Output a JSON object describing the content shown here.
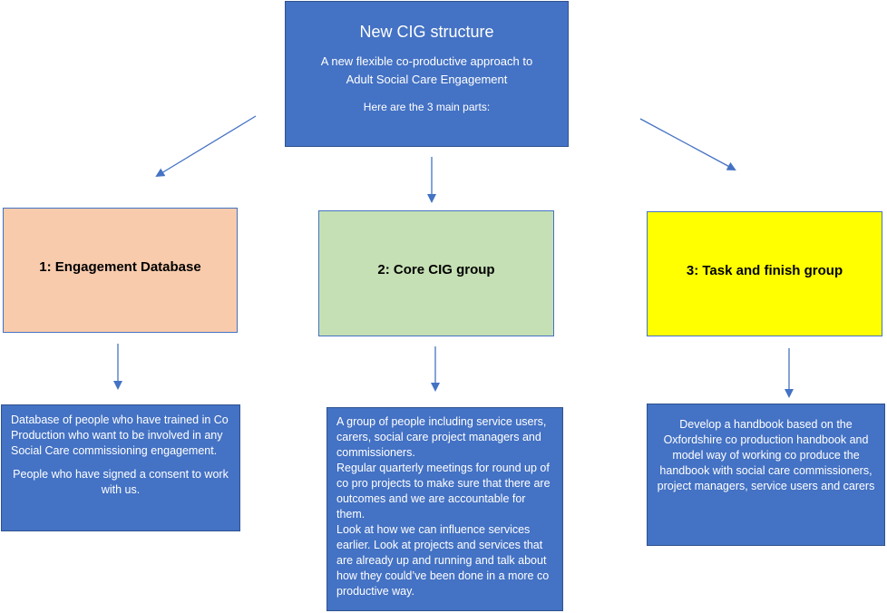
{
  "top": {
    "title": "New CIG structure",
    "subtitle_line1": "A new flexible co-productive approach to",
    "subtitle_line2": "Adult Social Care Engagement",
    "note": "Here are the 3 main parts:"
  },
  "parts": [
    {
      "label": "1: Engagement Database",
      "color": "#f8cbad",
      "description": [
        "Database of people who have trained in Co Production who want to be involved in any Social Care commissioning engagement.",
        "People who have signed a consent to work with us."
      ]
    },
    {
      "label": "2: Core CIG group",
      "color": "#c5e0b4",
      "description": [
        "A group of people including service users, carers, social care project managers and commissioners.",
        "Regular quarterly meetings for round up of co pro projects to make sure that there are outcomes and we are accountable for them.",
        "Look at how we can influence services earlier. Look at projects and services that are already up and running and talk about how they could’ve been done in a more co productive way."
      ]
    },
    {
      "label": "3: Task and finish group",
      "color": "#ffff00",
      "description": [
        "Develop a handbook based on the Oxfordshire co production handbook and model way of working co produce the handbook with social care commissioners, project managers, service users and carers"
      ]
    }
  ],
  "colors": {
    "box_blue": "#4472c4",
    "arrow": "#4472c4"
  }
}
